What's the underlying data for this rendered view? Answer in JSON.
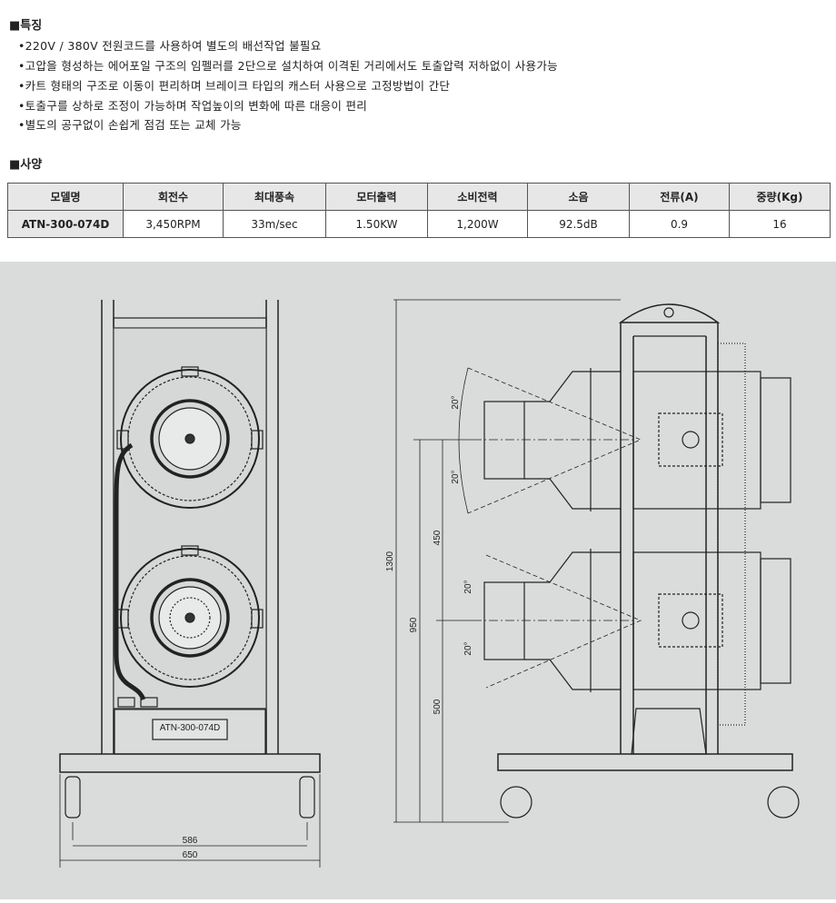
{
  "features": {
    "heading": "■특징",
    "items": [
      "•220V / 380V 전원코드를 사용하여 별도의 배선작업 불필요",
      "•고압을 형성하는 에어포일 구조의 임펠러를 2단으로 설치하여 이격된 거리에서도 토출압력 저하없이 사용가능",
      "•카트 형태의 구조로 이동이 편리하며 브레이크 타입의 캐스터 사용으로 고정방법이 간단",
      "•토출구를 상하로 조정이 가능하며 작업높이의 변화에 따른 대응이 편리",
      "•별도의 공구없이 손쉽게 점검 또는 교체 가능"
    ]
  },
  "specs": {
    "heading": "■사양",
    "headers": [
      "모델명",
      "회전수",
      "최대풍속",
      "모터출력",
      "소비전력",
      "소음",
      "전류(A)",
      "중량(Kg)"
    ],
    "row": [
      "ATN-300-074D",
      "3,450RPM",
      "33m/sec",
      "1.50KW",
      "1,200W",
      "92.5dB",
      "0.9",
      "16"
    ]
  },
  "drawing": {
    "nameplate": "ATN-300-074D",
    "front_dims": {
      "inner": "586",
      "outer": "650"
    },
    "side_dims": {
      "total_height": "1300",
      "upper_height": "950",
      "spacing": "450",
      "lower_height": "500",
      "angle": "20°"
    }
  }
}
